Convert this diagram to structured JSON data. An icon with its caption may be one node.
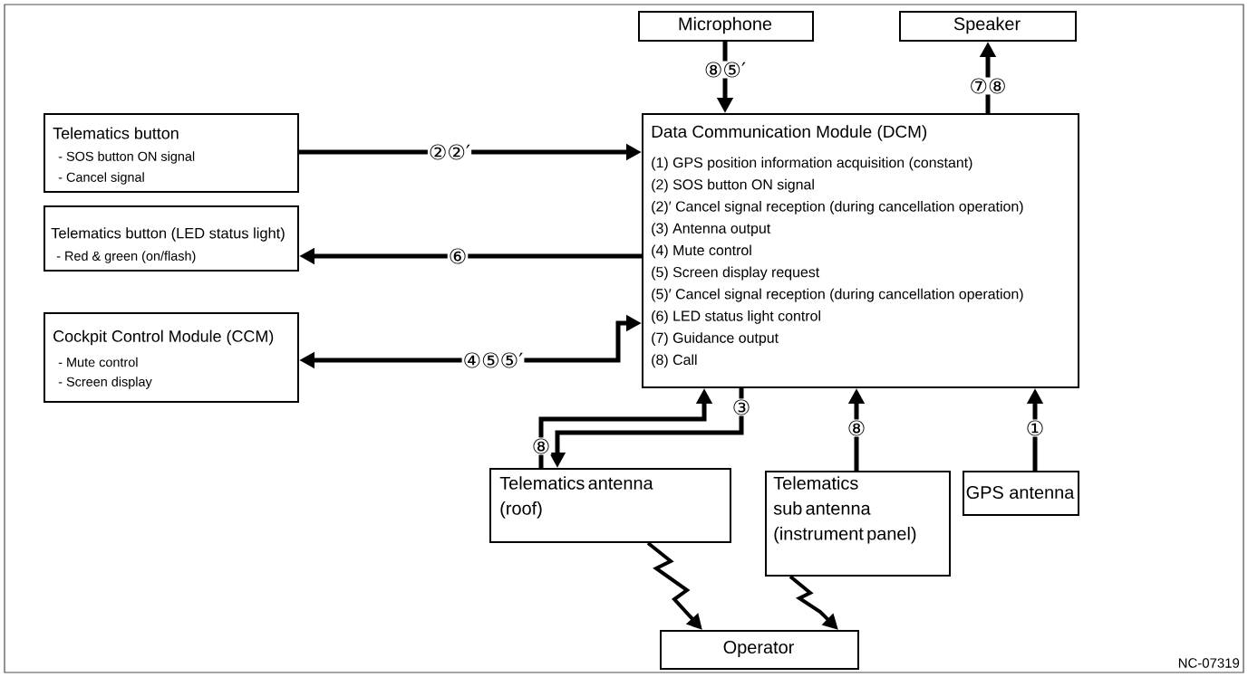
{
  "diagram": {
    "nodes": [
      {
        "text": [
          "Microphone"
        ]
      },
      {
        "text": [
          "Speaker"
        ]
      },
      {
        "text": [
          "Telematics button",
          "- SOS button ON signal",
          "- Cancel signal"
        ]
      },
      {
        "text": [
          "Telematics button (LED status light)",
          "- Red & green (on/flash)"
        ]
      },
      {
        "text": [
          "Cockpit Control Module (CCM)",
          "- Mute control",
          "- Screen display"
        ]
      },
      {
        "text": [
          "Data Communication Module (DCM)",
          "(1) GPS position information acquisition (constant)",
          "(2) SOS button ON signal",
          "(2)′ Cancel signal reception (during cancellation operation)",
          "(3) Antenna output",
          "(4) Mute control",
          "(5) Screen display request",
          "(5)′ Cancel signal reception (during cancellation operation)",
          "(6) LED status light control",
          "(7) Guidance output",
          "(8) Call"
        ]
      },
      {
        "text": [
          "Telematics antenna (roof)"
        ]
      },
      {
        "text": [
          "Telematics sub antenna (instrument panel)"
        ]
      },
      {
        "text": [
          "GPS antenna"
        ]
      },
      {
        "text": [
          "Operator"
        ]
      }
    ],
    "edges": [
      {
        "from": 0,
        "to": 5,
        "arrow": "to",
        "label": "⑧⑤′"
      },
      {
        "from": 5,
        "to": 1,
        "arrow": "to",
        "label": "⑦⑧"
      },
      {
        "from": 2,
        "to": 5,
        "arrow": "to",
        "label": "②②′"
      },
      {
        "from": 5,
        "to": 3,
        "arrow": "to",
        "label": "⑥"
      },
      {
        "from": 4,
        "to": 5,
        "arrow": "both",
        "label": "④⑤⑤′"
      },
      {
        "from": 6,
        "to": 5,
        "arrow": "to",
        "label": "⑧"
      },
      {
        "from": 5,
        "to": 6,
        "arrow": "to",
        "label": "③"
      },
      {
        "from": 7,
        "to": 5,
        "arrow": "to",
        "label": "⑧"
      },
      {
        "from": 8,
        "to": 5,
        "arrow": "to",
        "label": "①"
      },
      {
        "from": 6,
        "to": 9,
        "arrow": "to"
      },
      {
        "from": 7,
        "to": 9,
        "arrow": "to"
      }
    ],
    "labels": [
      "NC-07319"
    ]
  }
}
